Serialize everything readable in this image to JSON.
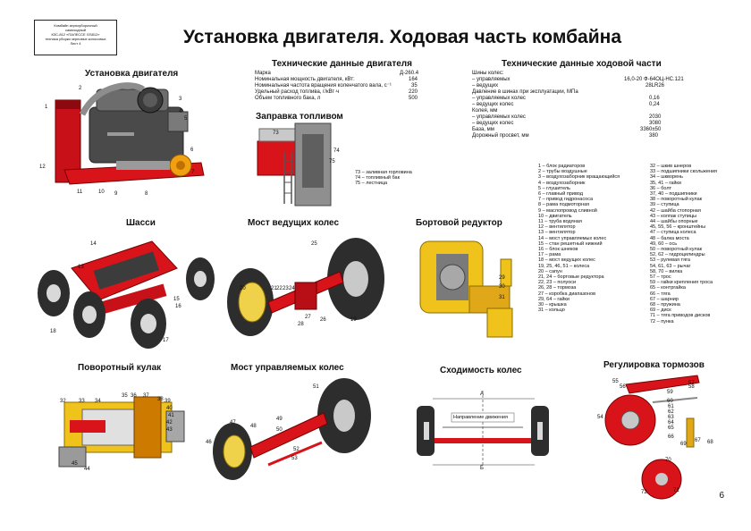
{
  "stamp": [
    "Комбайн зерноуборочный",
    "самоходный",
    "КЗС-812 «ПАЛЕССЕ GS812»",
    "техника уборки зерновых колосовых",
    "Лист 4"
  ],
  "title": "Установка двигателя. Ходовая часть комбайна",
  "sections": {
    "engine_install": "Установка двигателя",
    "engine_specs": "Технические данные двигателя",
    "chassis_specs": "Технические данные ходовой части",
    "refuel": "Заправка топливом",
    "chassis": "Шасси",
    "drive_axle": "Мост ведущих колес",
    "final_drive": "Бортовой редуктор",
    "knuckle": "Поворотный кулак",
    "steer_axle": "Мост управляемых колес",
    "toe_in": "Сходимость колес",
    "brakes": "Регулировка тормозов"
  },
  "engine_specs": [
    {
      "label": "Марка",
      "value": "Д-260.4"
    },
    {
      "label": "Номинальная мощность двигателя, кВт:",
      "value": "164"
    },
    {
      "label": "Номинальная частота вращения коленчатого вала, с⁻¹",
      "value": "35"
    },
    {
      "label": "Удельный расход топлива, г/кВт·ч",
      "value": "220"
    },
    {
      "label": "Объем топливного бака, л",
      "value": "500"
    }
  ],
  "chassis_specs": [
    {
      "label": "Шины колес:",
      "value": ""
    },
    {
      "label": " – управляемых",
      "value": "16,0-20 Ф-64ОЦ-НС.121"
    },
    {
      "label": " – ведущих",
      "value": "28LR26"
    },
    {
      "label": "Давление в шинах при эксплуатации, МПа",
      "value": ""
    },
    {
      "label": " – управляемых колес",
      "value": "0,16"
    },
    {
      "label": " – ведущих колес",
      "value": "0,24"
    },
    {
      "label": "Колея, мм",
      "value": ""
    },
    {
      "label": " – управляемых колес",
      "value": "2030"
    },
    {
      "label": " – ведущих колес",
      "value": "3080"
    },
    {
      "label": "База, мм",
      "value": "3360±50"
    },
    {
      "label": "Дорожный просвет, мм",
      "value": "380"
    }
  ],
  "refuel_legend": [
    "73 – заливная горловина",
    "74 – топливный бак",
    "75 – лестница"
  ],
  "legend_left": [
    "1 – блок радиаторов",
    "2 – трубы воздушные",
    "3 – воздухозаборник вращающийся",
    "4 – воздухозаборник",
    "5 – глушитель",
    "6 – главный привод",
    "7 – привод гидронасоса",
    "8 – рама подмоторная",
    "9 – маслопровод сливной",
    "10 – двигатель",
    "11 – труба водяная",
    "12 – вентилятор",
    "13 – вентилятор",
    "14 – мост управляемых колес",
    "15 – стан решетный нижний",
    "16 – блок шнеков",
    "17 – рама",
    "18 – мост ведущих колес",
    "19, 25, 46, 51 – колеса",
    "20 – сапун",
    "21, 24 – бортовые редуктора",
    "22, 23 – полуоси",
    "26, 28 – тормоза",
    "27 – коробка диапазонов",
    "29, 64 – гайки",
    "30 – крышка",
    "31 – кольцо"
  ],
  "legend_right": [
    "32 – шкив шнеров",
    "33 – подшипники скольжения",
    "34 – шкворень",
    "35, 41 – гайки",
    "36 – болт",
    "37, 40 – подшипники",
    "38 – поворотный кулак",
    "39 – ступица",
    "42 – шайба стопорная",
    "43 – колпак ступицы",
    "44 – шайбы опорные",
    "45, 55, 56 – кронштейны",
    "47 – ступица колеса",
    "48 – балка моста",
    "49, 60 – ось",
    "50 – поворотный кулак",
    "52, 62 – гидроцилиндры",
    "53 – рулевая тяга",
    "54, 61, 63 – рычаг",
    "58, 70 – вилка",
    "57 – трос",
    "59 – гайки крепления троса",
    "65 – контргайка",
    "66 – тяга",
    "67 – шарнир",
    "68 – пружина",
    "69 – диск",
    "71 – тяга приводов дисков",
    "72 – пунка"
  ],
  "toe_in": {
    "top": "А",
    "bottom": "Б",
    "direction": "Направление движения"
  },
  "callouts": {
    "engine": [
      "1",
      "2",
      "3",
      "4",
      "5",
      "6",
      "7",
      "8",
      "9",
      "10",
      "11",
      "12"
    ],
    "refuel": [
      "73",
      "74",
      "75"
    ],
    "chassis": [
      "13",
      "14",
      "15",
      "16",
      "17",
      "18"
    ],
    "axle": [
      "20",
      "21",
      "22",
      "23",
      "24",
      "25",
      "26",
      "27",
      "28",
      "19"
    ],
    "reducer": [
      "29",
      "30",
      "31"
    ],
    "knuckle": [
      "32",
      "33",
      "34",
      "35",
      "36",
      "37",
      "38",
      "39",
      "40",
      "41",
      "42",
      "43",
      "44",
      "45"
    ],
    "steer": [
      "46",
      "47",
      "48",
      "49",
      "50",
      "51",
      "52",
      "53"
    ],
    "brakes": [
      "54",
      "55",
      "56",
      "57",
      "58",
      "59",
      "60",
      "61",
      "62",
      "63",
      "64",
      "65",
      "66",
      "67",
      "68",
      "69",
      "70",
      "71",
      "72"
    ]
  },
  "page_number": "6",
  "colors": {
    "red": "#d8141a",
    "dark": "#3a3a3a",
    "grey": "#9a9a9a",
    "tyre": "#2d2d2d",
    "yellow": "#f0c21c"
  }
}
